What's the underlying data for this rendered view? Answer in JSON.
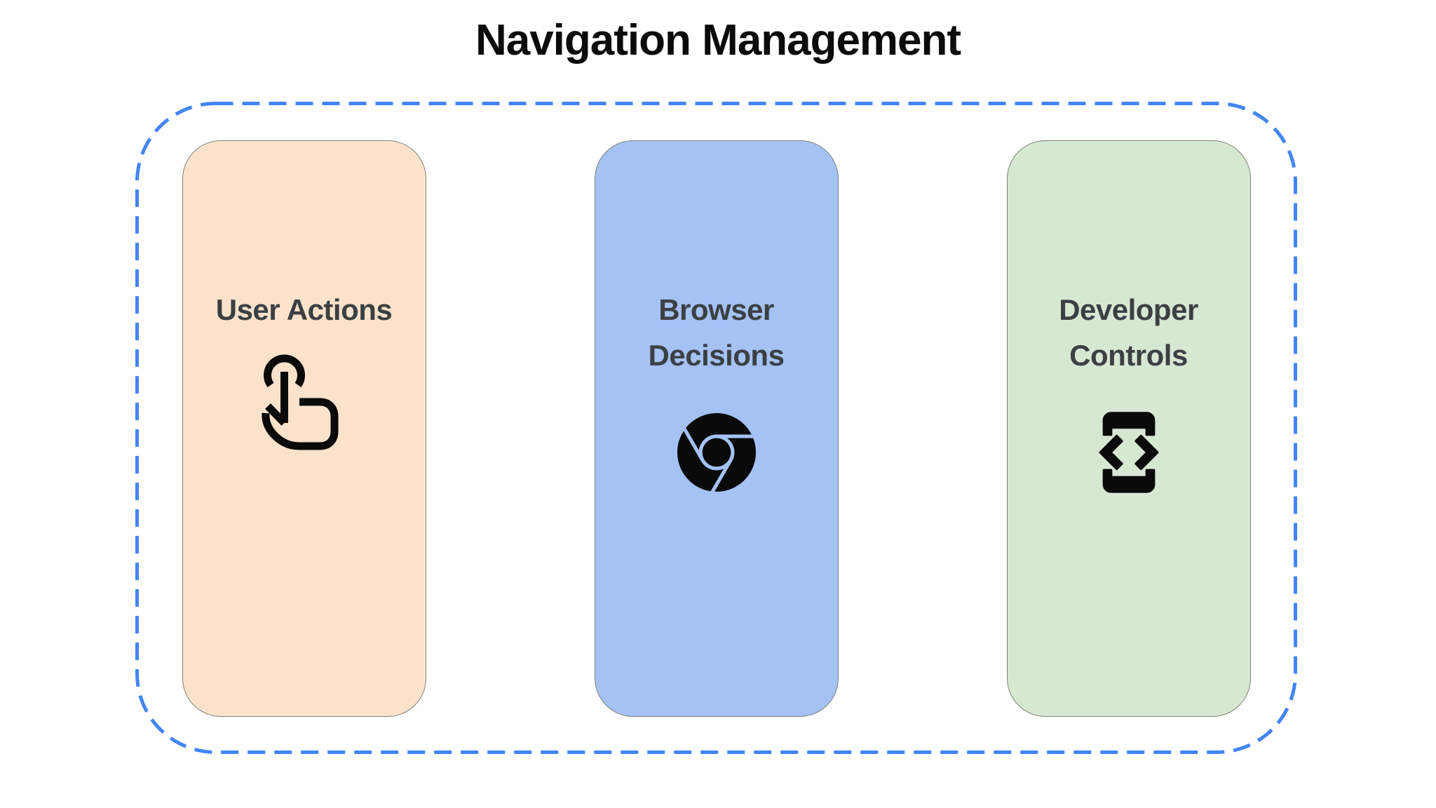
{
  "title": "Navigation Management",
  "container": {
    "border_color": "#4285F4",
    "border_style": "dashed"
  },
  "cards": [
    {
      "label": "User Actions",
      "bg_color": "#FBE3CB",
      "icon": "touch-gesture-icon"
    },
    {
      "label": "Browser Decisions",
      "bg_color": "#A4C2F4",
      "icon": "chrome-icon"
    },
    {
      "label": "Developer Controls",
      "bg_color": "#D7E8D2",
      "icon": "developer-mode-icon"
    }
  ],
  "colors": {
    "title_text": "#0B0B0B",
    "label_text": "#3C4043",
    "icon": "#0A0A0A",
    "card_border": "#80807A"
  }
}
